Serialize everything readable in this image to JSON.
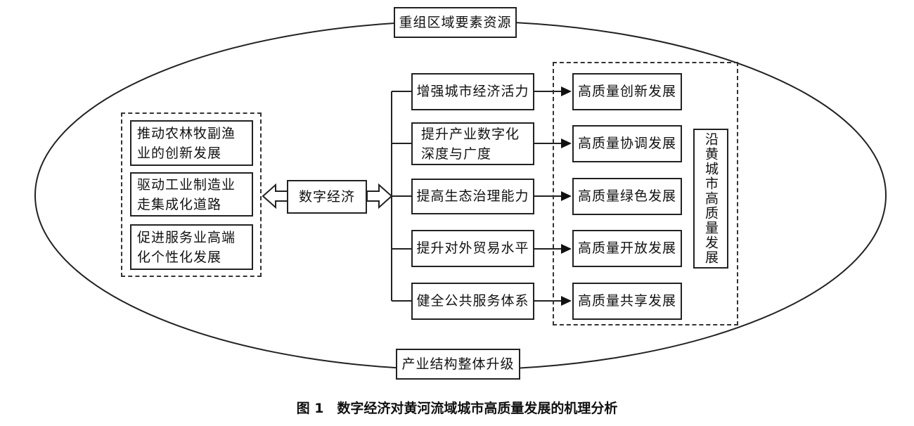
{
  "top_label": "重组区域要素资源",
  "bottom_label": "产业结构整体升级",
  "center": "数字经济",
  "left_effects": [
    "推动农林牧副渔业的创新发展",
    "驱动工业制造业走集成化道路",
    "促进服务业高端化个性化发展"
  ],
  "mechanisms": [
    "增强城市经济活力",
    "提升产业数字化深度与广度",
    "提高生态治理能力",
    "提升对外贸易水平",
    "健全公共服务体系"
  ],
  "outcomes": [
    "高质量创新发展",
    "高质量协调发展",
    "高质量绿色发展",
    "高质量开放发展",
    "高质量共享发展"
  ],
  "goal": "沿黄城市高质量发展",
  "caption": "图 1　数字经济对黄河流域城市高质量发展的机理分析"
}
